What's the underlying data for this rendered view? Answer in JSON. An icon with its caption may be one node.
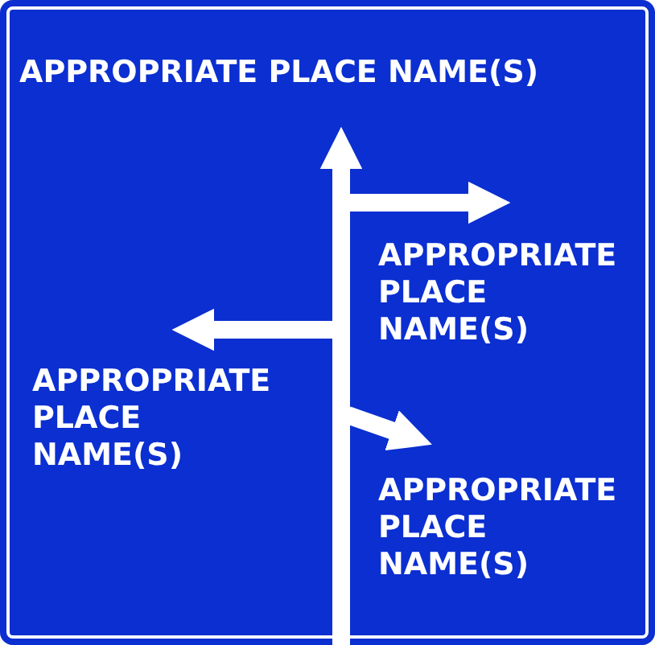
{
  "diagram": {
    "nodes": [
      {
        "text": [
          "APPROPRIATE PLACE NAME(S)"
        ]
      },
      {
        "text": [
          "APPROPRIATE PLACE NAME(S)"
        ]
      },
      {
        "text": [
          "APPROPRIATE PLACE NAME(S)"
        ]
      },
      {
        "text": [
          "APPROPRIATE PLACE NAME(S)"
        ]
      }
    ],
    "edges": [
      {
        "from": null,
        "to": 0,
        "arrow": "to"
      },
      {
        "from": null,
        "to": 1,
        "arrow": "to"
      },
      {
        "from": null,
        "to": 2,
        "arrow": "to"
      },
      {
        "from": null,
        "to": 3,
        "arrow": "to"
      }
    ]
  }
}
